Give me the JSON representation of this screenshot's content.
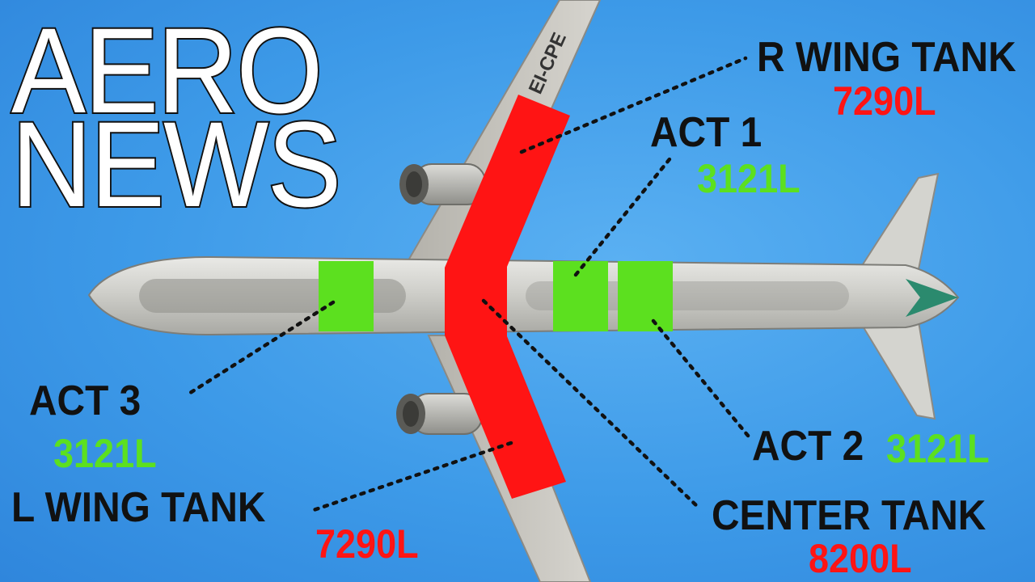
{
  "brand": {
    "line1": "AERO",
    "line2": "NEWS"
  },
  "aircraft": {
    "registration": "EI-CPE"
  },
  "tanks": {
    "right_wing": {
      "name": "R WING TANK",
      "volume": "7290L"
    },
    "act1": {
      "name": "ACT 1",
      "volume": "3121L"
    },
    "act2": {
      "name": "ACT 2",
      "volume": "3121L"
    },
    "act3": {
      "name": "ACT 3",
      "volume": "3121L"
    },
    "left_wing": {
      "name": "L WING TANK",
      "volume": "7290L"
    },
    "center": {
      "name": "CENTER TANK",
      "volume": "8200L"
    }
  },
  "colors": {
    "sky": "#3d9ae8",
    "wing_tank": "#ff1414",
    "act_tank": "#5ce01f",
    "label_text": "#111111",
    "brand_text": "#ffffff"
  }
}
